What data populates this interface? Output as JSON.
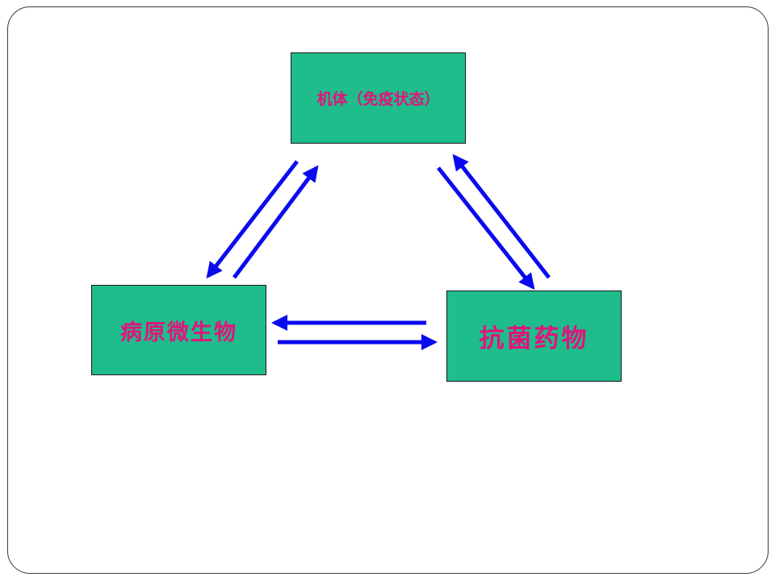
{
  "diagram": {
    "nodes": {
      "host": "机体（免疫状态）",
      "pathogen": "病原微生物",
      "drug": "抗菌药物"
    },
    "colors": {
      "node_fill": "#1fbc8c",
      "node_text": "#e0147c",
      "arrow": "#0a0aee"
    },
    "arrows": [
      {
        "from": "host",
        "to": "pathogen"
      },
      {
        "from": "pathogen",
        "to": "host"
      },
      {
        "from": "host",
        "to": "drug"
      },
      {
        "from": "drug",
        "to": "host"
      },
      {
        "from": "drug",
        "to": "pathogen"
      },
      {
        "from": "pathogen",
        "to": "drug"
      }
    ]
  }
}
